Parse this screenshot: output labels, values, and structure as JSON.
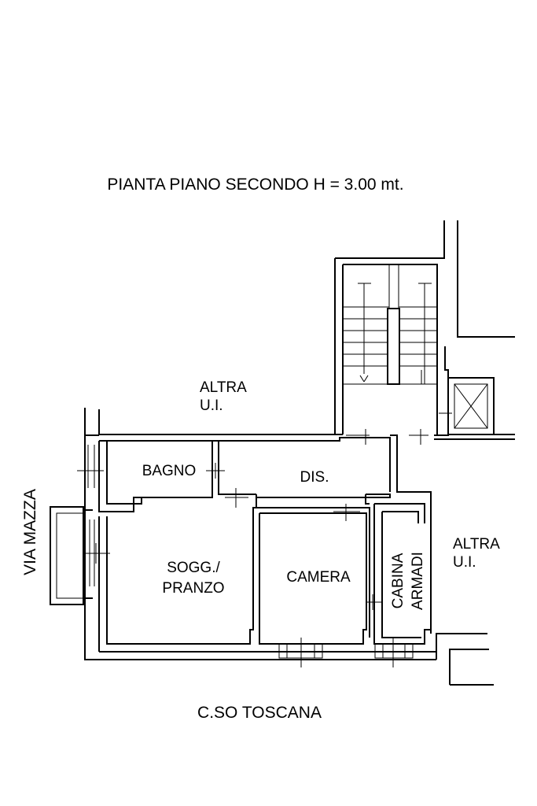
{
  "title": "PIANTA PIANO SECONDO H = 3.00 mt.",
  "street_left": "VIA MAZZA",
  "street_bottom": "C.SO TOSCANA",
  "other_unit_top": [
    "ALTRA",
    "U.I."
  ],
  "other_unit_right": [
    "ALTRA",
    "U.I."
  ],
  "rooms": {
    "bagno": "BAGNO",
    "dis": "DIS.",
    "soggiorno": [
      "SOGG./",
      "PRANZO"
    ],
    "camera": "CAMERA",
    "cabina": [
      "CABINA",
      "ARMADI"
    ]
  }
}
